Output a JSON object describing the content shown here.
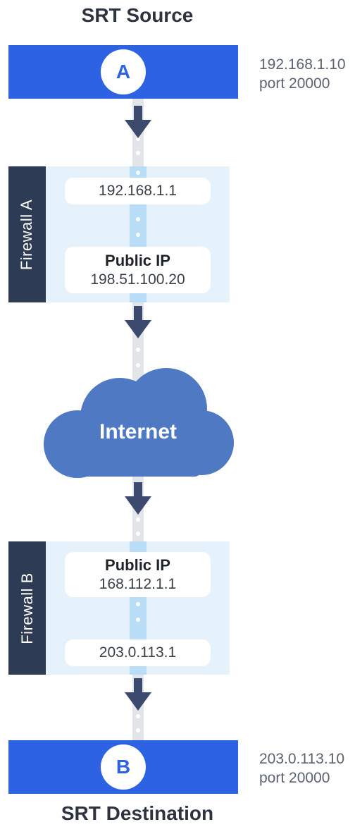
{
  "source": {
    "title": "SRT Source",
    "label": "A",
    "ip": "192.168.1.10",
    "port": "port 20000"
  },
  "firewall_a": {
    "name": "Firewall A",
    "inner_ip": "192.168.1.1",
    "public_label": "Public IP",
    "public_ip": "198.51.100.20"
  },
  "internet": {
    "label": "Internet"
  },
  "firewall_b": {
    "name": "Firewall B",
    "public_label": "Public IP",
    "public_ip": "168.112.1.1",
    "inner_ip": "203.0.113.1"
  },
  "destination": {
    "title": "SRT Destination",
    "label": "B",
    "ip": "203.0.113.10",
    "port": "port 20000"
  },
  "colors": {
    "node_blue": "#2d63e2",
    "arrow_navy": "#3c4a6e",
    "firewall_tab": "#2e3b55",
    "firewall_panel": "#e6f2fb",
    "cloud": "#4f79c3"
  }
}
